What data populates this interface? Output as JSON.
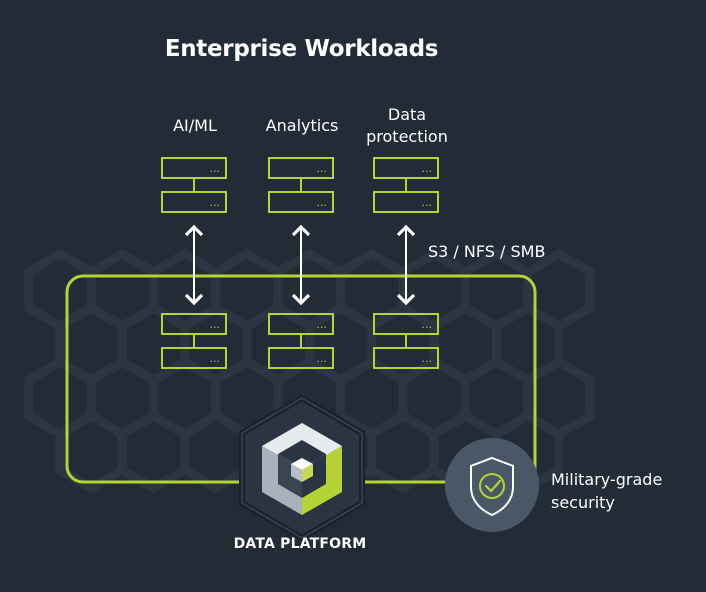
{
  "title": "Enterprise Workloads",
  "workloads": [
    {
      "label": "AI/ML"
    },
    {
      "label": "Analytics"
    },
    {
      "label": "Data\nprotection"
    }
  ],
  "server_slot_text": "...",
  "protocol_label": "S3 / NFS / SMB",
  "security": {
    "label": "Military-grade\nsecurity",
    "icon": "shield-check-icon"
  },
  "platform": {
    "label": "DATA PLATFORM",
    "icon": "data-platform-cube-icon"
  },
  "colors": {
    "background": "#222b36",
    "accent": "#b5d334",
    "hex_pattern": "#2c3541",
    "text": "#ffffff",
    "security_circle": "#4a5766"
  }
}
